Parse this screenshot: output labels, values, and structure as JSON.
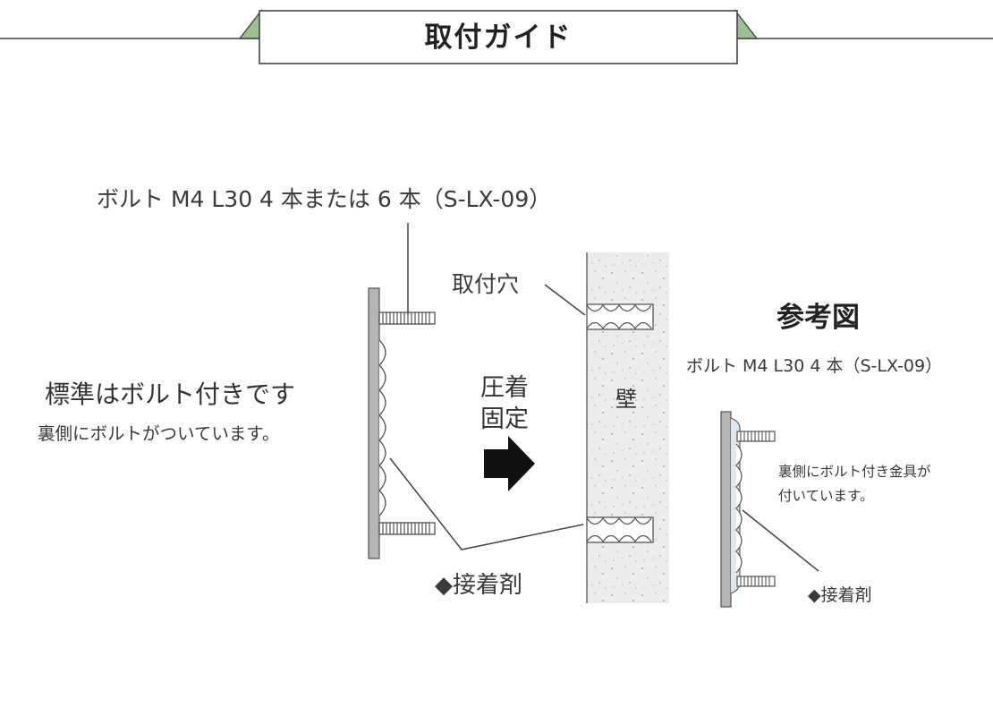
{
  "header": {
    "title": "取付ガイド"
  },
  "main": {
    "bolt_spec": "ボルト M4 L30 4 本または 6 本（S-LX-09）",
    "hole_label": "取付穴",
    "standard_heading": "標準はボルト付きです",
    "standard_sub": "裏側にボルトがついています。",
    "press_fix": [
      "圧着",
      "固定"
    ],
    "wall_label": "壁",
    "adhesive_label": "◆接着剤"
  },
  "reference": {
    "title": "参考図",
    "bolt_spec": "ボルト M4 L30 4 本（S-LX-09）",
    "note": "裏側にボルト付き金具が\n付いています。",
    "adhesive_label": "◆接着剤"
  },
  "colors": {
    "banner_accent": "#9bbf8f",
    "plate_fill": "#b5b5b5",
    "wall_fill": "#ececec",
    "ink": "#3a3a3a",
    "arrow": "#111111"
  },
  "icons": {
    "direction_arrow": "right-arrow-icon"
  }
}
